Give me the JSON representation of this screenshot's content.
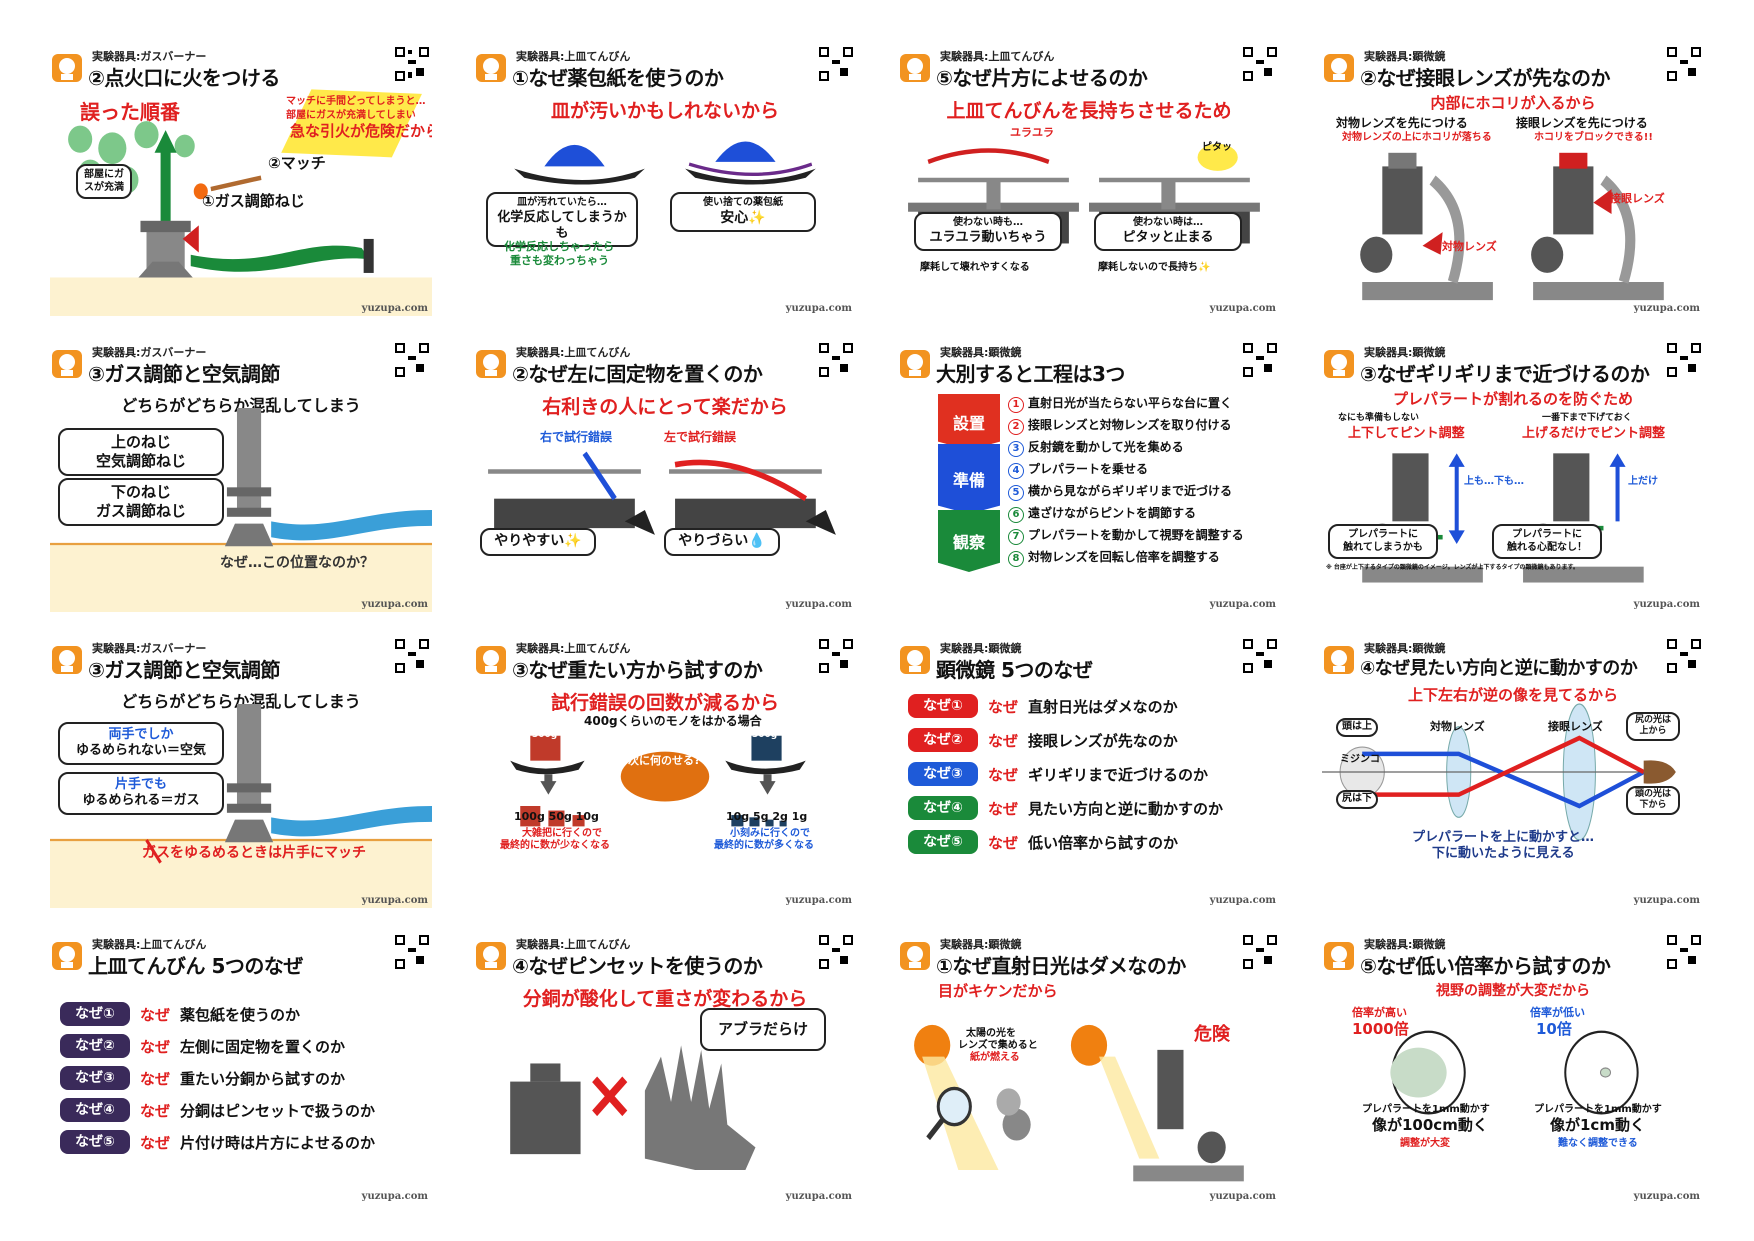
{
  "footer": "yuzupa.com",
  "cards": [
    {
      "cat": "実験器具:ガスバーナー",
      "title": "②点火口に火をつける",
      "lead": "誤った順番",
      "note1": "マッチに手間どってしまうと…",
      "note2": "部屋にガスが充満してしまい",
      "note3": "急な引火が危険だから",
      "lbl_match": "②マッチ",
      "lbl_screw": "①ガス調節ねじ",
      "lbl_room": "部屋にガスが充満"
    },
    {
      "cat": "実験器具:上皿てんびん",
      "title": "①なぜ薬包紙を使うのか",
      "lead": "皿が汚いかもしれないから",
      "b1a": "皿が汚れていたら…",
      "b1b": "化学反応してしまうかも",
      "b2a": "使い捨ての薬包紙",
      "b2b": "安心✨",
      "n1": "化学反応しちゃったら",
      "n2": "重さも変わっちゃう"
    },
    {
      "cat": "実験器具:上皿てんびん",
      "title": "⑤なぜ片方によせるのか",
      "lead": "上皿てんびんを長持ちさせるため",
      "yura": "ユラユラ",
      "pita": "ピタッ",
      "b1a": "使わない時も…",
      "b1b": "ユラユラ動いちゃう",
      "b2a": "使わない時は…",
      "b2b": "ピタッと止まる",
      "n1": "摩耗して壊れやすくなる",
      "n2": "摩耗しないので長持ち✨"
    },
    {
      "cat": "実験器具:顕微鏡",
      "title": "②なぜ接眼レンズが先なのか",
      "lead": "内部にホコリが入るから",
      "h1": "対物レンズを先につける",
      "s1": "対物レンズの上にホコリが落ちる",
      "h2": "接眼レンズを先につける",
      "s2": "ホコリをブロックできる!!",
      "l1": "対物レンズ",
      "l2": "接眼レンズ"
    },
    {
      "cat": "実験器具:ガスバーナー",
      "title": "③ガス調節と空気調節",
      "lead": "どちらがどちらか混乱してしまう",
      "b1a": "上のねじ",
      "b1b": "空気調節ねじ",
      "b2a": "下のねじ",
      "b2b": "ガス調節ねじ",
      "q": "なぜ…この位置なのか？"
    },
    {
      "cat": "実験器具:上皿てんびん",
      "title": "②なぜ左に固定物を置くのか",
      "lead": "右利きの人にとって楽だから",
      "t1": "右で試行錯誤",
      "t2": "左で試行錯誤",
      "b1": "やりやすい✨",
      "b2": "やりづらい💧"
    },
    {
      "cat": "実験器具:顕微鏡",
      "title": "大別すると工程は3つ",
      "steps": [
        "設置",
        "準備",
        "観察"
      ],
      "items": [
        {
          "n": "1",
          "t": "直射日光が当たらない平らな台に置く",
          "c": "#e02020"
        },
        {
          "n": "2",
          "t": "接眼レンズと対物レンズを取り付ける",
          "c": "#e02020"
        },
        {
          "n": "3",
          "t": "反射鏡を動かして光を集める",
          "c": "#1e5ad8"
        },
        {
          "n": "4",
          "t": "プレパラートを乗せる",
          "c": "#1e5ad8"
        },
        {
          "n": "5",
          "t": "横から見ながらギリギリまで近づける",
          "c": "#1e5ad8"
        },
        {
          "n": "6",
          "t": "遠ざけながらピントを調節する",
          "c": "#1a8a3a"
        },
        {
          "n": "7",
          "t": "プレパラートを動かして視野を調整する",
          "c": "#1a8a3a"
        },
        {
          "n": "8",
          "t": "対物レンズを回転し倍率を調整する",
          "c": "#1a8a3a"
        }
      ]
    },
    {
      "cat": "実験器具:顕微鏡",
      "title": "③なぜギリギリまで近づけるのか",
      "lead": "プレパラートが割れるのを防ぐため",
      "s1": "なにも準備もしない",
      "h1": "上下してピント調整",
      "s2": "一番下まで下げておく",
      "h2": "上げるだけでピント調整",
      "ud": "上も…下も…",
      "up": "上だけ",
      "b1a": "プレパラートに",
      "b1b": "触れてしまうかも",
      "b2a": "プレパラートに",
      "b2b": "触れる心配なし！",
      "fn": "※ 台座が上下するタイプの顕微鏡のイメージ。レンズが上下するタイプの顕微鏡もあります。"
    },
    {
      "cat": "実験器具:ガスバーナー",
      "title": "③ガス調節と空気調節",
      "lead": "どちらがどちらか混乱してしまう",
      "b1a": "両手でしか",
      "b1b": "ゆるめられない＝空気",
      "b2a": "片手でも",
      "b2b": "ゆるめられる＝ガス",
      "q": "ガスをゆるめるときは片手にマッチ"
    },
    {
      "cat": "実験器具:上皿てんびん",
      "title": "③なぜ重たい方から試すのか",
      "lead": "試行錯誤の回数が減るから",
      "sub": "400gくらいのモノをはかる場合",
      "w": "300g",
      "center": "次に何のせる?",
      "l1": "100g 50g 10g",
      "n1a": "大雑把に行くので",
      "n1b": "最終的に数が少なくなる",
      "l2": "10g 5g 2g 1g",
      "n2a": "小刻みに行くので",
      "n2b": "最終的に数が多くなる"
    },
    {
      "cat": "実験器具:顕微鏡",
      "title": "顕微鏡 5つのなぜ",
      "rows": [
        {
          "tag": "なぜ①",
          "q": "直射日光はダメなのか",
          "c": "#e02020"
        },
        {
          "tag": "なぜ②",
          "q": "接眼レンズが先なのか",
          "c": "#e02020"
        },
        {
          "tag": "なぜ③",
          "q": "ギリギリまで近づけるのか",
          "c": "#1e5ad8"
        },
        {
          "tag": "なぜ④",
          "q": "見たい方向と逆に動かすのか",
          "c": "#1a8a3a"
        },
        {
          "tag": "なぜ⑤",
          "q": "低い倍率から試すのか",
          "c": "#1a8a3a"
        }
      ],
      "why": "なぜ"
    },
    {
      "cat": "実験器具:顕微鏡",
      "title": "④なぜ見たい方向と逆に動かすのか",
      "lead": "上下左右が逆の像を見てるから",
      "head": "頭は上",
      "tail": "尻は下",
      "l1": "対物レンズ",
      "l2": "接眼レンズ",
      "mij": "ミジンコ",
      "t1": "尻の光は上から",
      "t2": "頭の光は下から",
      "c1": "プレパラートを上に動かすと…",
      "c2": "下に動いたように見える"
    },
    {
      "cat": "実験器具:上皿てんびん",
      "title": "上皿てんびん 5つのなぜ",
      "rows": [
        {
          "tag": "なぜ①",
          "q": "薬包紙を使うのか"
        },
        {
          "tag": "なぜ②",
          "q": "左側に固定物を置くのか"
        },
        {
          "tag": "なぜ③",
          "q": "重たい分銅から試すのか"
        },
        {
          "tag": "なぜ④",
          "q": "分銅はピンセットで扱うのか"
        },
        {
          "tag": "なぜ⑤",
          "q": "片付け時は片方によせるのか"
        }
      ],
      "why": "なぜ"
    },
    {
      "cat": "実験器具:上皿てんびん",
      "title": "④なぜピンセットを使うのか",
      "lead": "分銅が酸化して重さが変わるから",
      "b": "アブラだらけ"
    },
    {
      "cat": "実験器具:顕微鏡",
      "title": "①なぜ直射日光はダメなのか",
      "lead": "目がキケンだから",
      "n1": "太陽の光を",
      "n2": "レンズで集めると",
      "n3": "紙が燃える",
      "danger": "危険"
    },
    {
      "cat": "実験器具:顕微鏡",
      "title": "⑤なぜ低い倍率から試すのか",
      "lead": "視野の調整が大変だから",
      "h1a": "倍率が高い",
      "h1b": "1000倍",
      "h2a": "倍率が低い",
      "h2b": "10倍",
      "m1": "プレパラートを1mm動かす",
      "r1": "像が100cm動く",
      "e1": "調整が大変",
      "m2": "プレパラートを1mm動かす",
      "r2": "像が1cm動く",
      "e2": "難なく調整できる"
    }
  ]
}
